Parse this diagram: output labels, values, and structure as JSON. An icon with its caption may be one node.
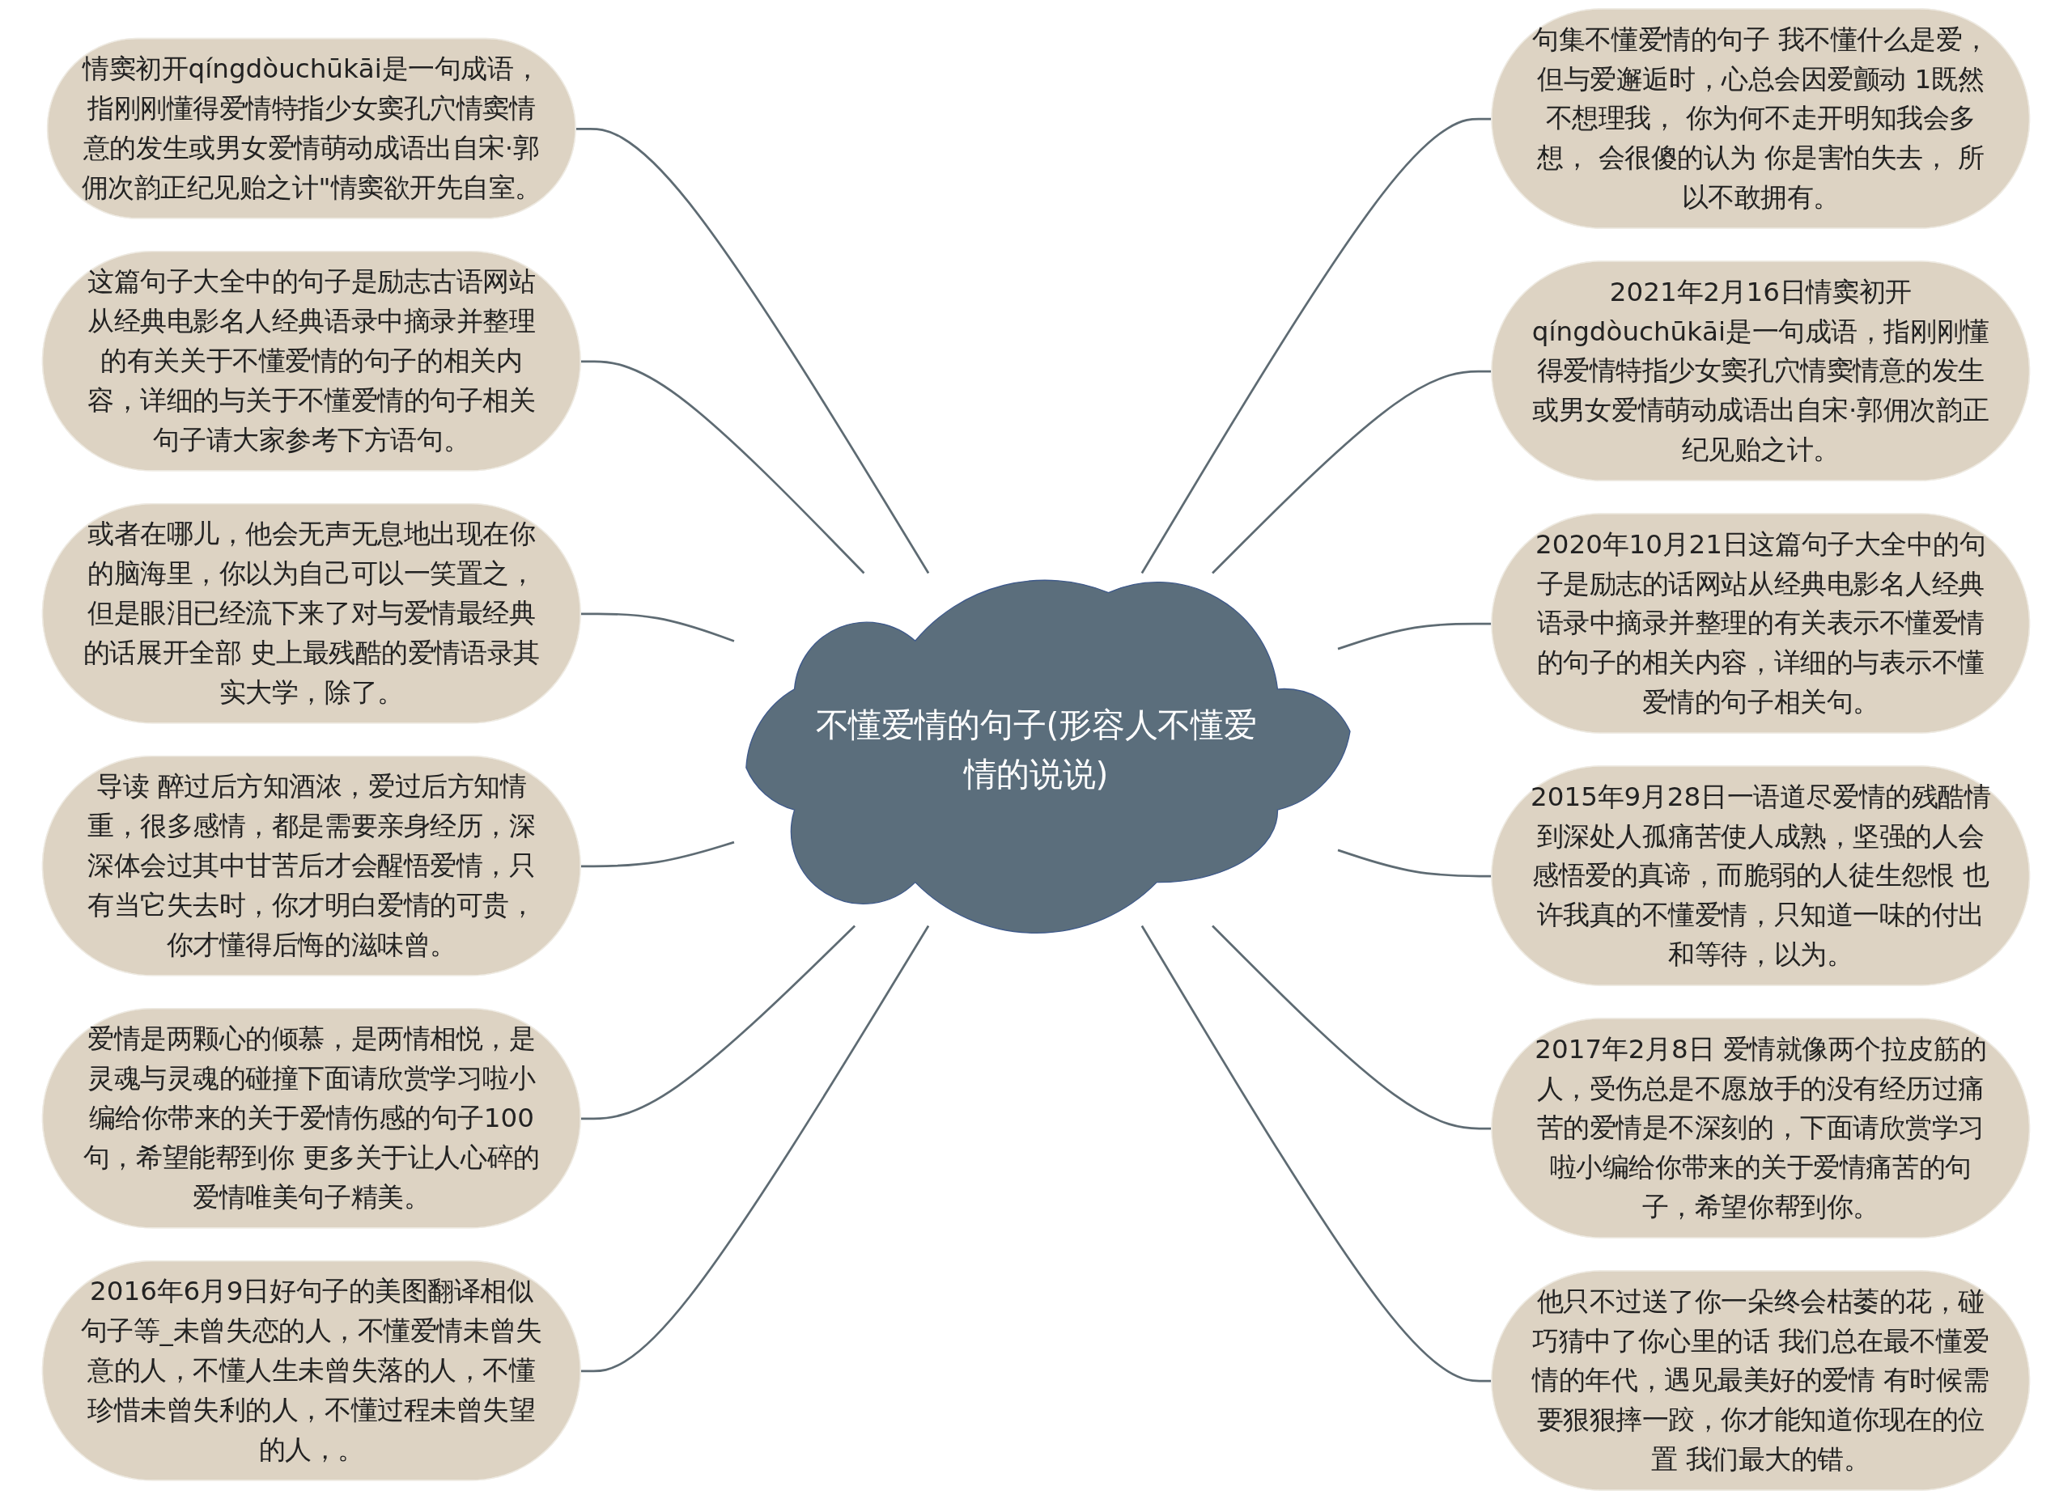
{
  "diagram": {
    "nodes": [
      {
        "text": [
          "不懂爱情的句子(形容人不懂爱情的说说)"
        ]
      },
      {
        "text": [
          "情窦初开qíngdòuchūkāi是一句成语，指刚刚懂得爱情特指少女窦孔穴情窦情意的发生或男女爱情萌动成语出自宋·郭佣次韵正纪见贻之计\"情窦欲开先自室。"
        ]
      },
      {
        "text": [
          "这篇句子大全中的句子是励志古语网站从经典电影名人经典语录中摘录并整理的有关关于不懂爱情的句子的相关内容，详细的与关于不懂爱情的句子相关句子请大家参考下方语句。"
        ]
      },
      {
        "text": [
          "或者在哪儿，他会无声无息地出现在你的脑海里，你以为自己可以一笑置之，但是眼泪已经流下来了对与爱情最经典的话展开全部 史上最残酷的爱情语录其实大学，除了。"
        ]
      },
      {
        "text": [
          "导读 醉过后方知酒浓，爱过后方知情重，很多感情，都是需要亲身经历，深深体会过其中甘苦后才会醒悟爱情，只有当它失去时，你才明白爱情的可贵，你才懂得后悔的滋味曾。"
        ]
      },
      {
        "text": [
          "爱情是两颗心的倾慕，是两情相悦，是灵魂与灵魂的碰撞下面请欣赏学习啦小编给你带来的关于爱情伤感的句子100句，希望能帮到你 更多关于让人心碎的爱情唯美句子精美。"
        ]
      },
      {
        "text": [
          "2016年6月9日好句子的美图翻译相似句子等_未曾失恋的人，不懂爱情未曾失意的人，不懂人生未曾失落的人，不懂珍惜未曾失利的人，不懂过程未曾失望的人，。"
        ]
      },
      {
        "text": [
          "句集不懂爱情的句子 我不懂什么是爱，但与爱邂逅时，心总会因爱颤动 1既然不想理我， 你为何不走开明知我会多想， 会很傻的认为 你是害怕失去， 所以不敢拥有。"
        ]
      },
      {
        "text": [
          "2021年2月16日情窦初开qíngdòuchūkāi是一句成语，指刚刚懂得爱情特指少女窦孔穴情窦情意的发生或男女爱情萌动成语出自宋·郭佣次韵正纪见贻之计。"
        ]
      },
      {
        "text": [
          "2020年10月21日这篇句子大全中的句子是励志的话网站从经典电影名人经典语录中摘录并整理的有关表示不懂爱情的句子的相关内容，详细的与表示不懂爱情的句子相关句。"
        ]
      },
      {
        "text": [
          "2015年9月28日一语道尽爱情的残酷情到深处人孤痛苦使人成熟，坚强的人会感悟爱的真谛，而脆弱的人徒生怨恨 也许我真的不懂爱情，只知道一味的付出和等待，以为。"
        ]
      },
      {
        "text": [
          "2017年2月8日 爱情就像两个拉皮筋的人，受伤总是不愿放手的没有经历过痛苦的爱情是不深刻的，下面请欣赏学习啦小编给你带来的关于爱情痛苦的句子，希望你帮到你。"
        ]
      },
      {
        "text": [
          "他只不过送了你一朵终会枯萎的花，碰巧猜中了你心里的话 我们总在最不懂爱情的年代，遇见最美好的爱情 有时候需要狠狠摔一跤，你才能知道你现在的位置 我们最大的错。"
        ]
      }
    ],
    "edges": [
      {
        "from": 1,
        "to": 0,
        "arrow": "none"
      },
      {
        "from": 2,
        "to": 0,
        "arrow": "none"
      },
      {
        "from": 3,
        "to": 0,
        "arrow": "none"
      },
      {
        "from": 4,
        "to": 0,
        "arrow": "none"
      },
      {
        "from": 5,
        "to": 0,
        "arrow": "none"
      },
      {
        "from": 6,
        "to": 0,
        "arrow": "none"
      },
      {
        "from": 0,
        "to": 7,
        "arrow": "none"
      },
      {
        "from": 0,
        "to": 8,
        "arrow": "none"
      },
      {
        "from": 0,
        "to": 9,
        "arrow": "none"
      },
      {
        "from": 0,
        "to": 10,
        "arrow": "none"
      },
      {
        "from": 0,
        "to": 11,
        "arrow": "none"
      },
      {
        "from": 0,
        "to": 12,
        "arrow": "none"
      }
    ]
  }
}
